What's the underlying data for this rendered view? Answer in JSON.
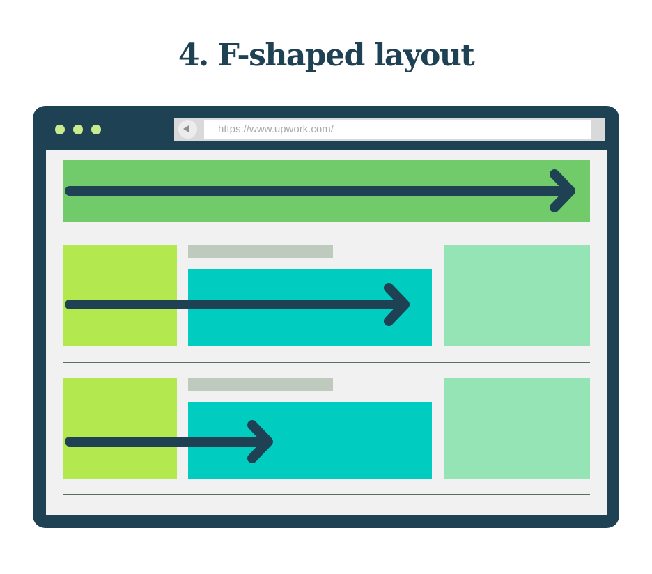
{
  "title": "4. F-shaped layout",
  "browser": {
    "url": "https://www.upwork.com/",
    "window_controls": [
      "dot",
      "dot",
      "dot"
    ]
  },
  "colors": {
    "frame": "#1e4154",
    "header_block": "#72cb6a",
    "sidebar": "#b3e84e",
    "content": "#00cdbf",
    "aside": "#94e4b5",
    "caption_bar": "#bfcabe",
    "page_background": "#f1f1f1",
    "window_dot": "#c7ec8e"
  },
  "icons": {
    "back": "back-arrow-icon",
    "scan_arrows": "right-arrow-icon"
  }
}
